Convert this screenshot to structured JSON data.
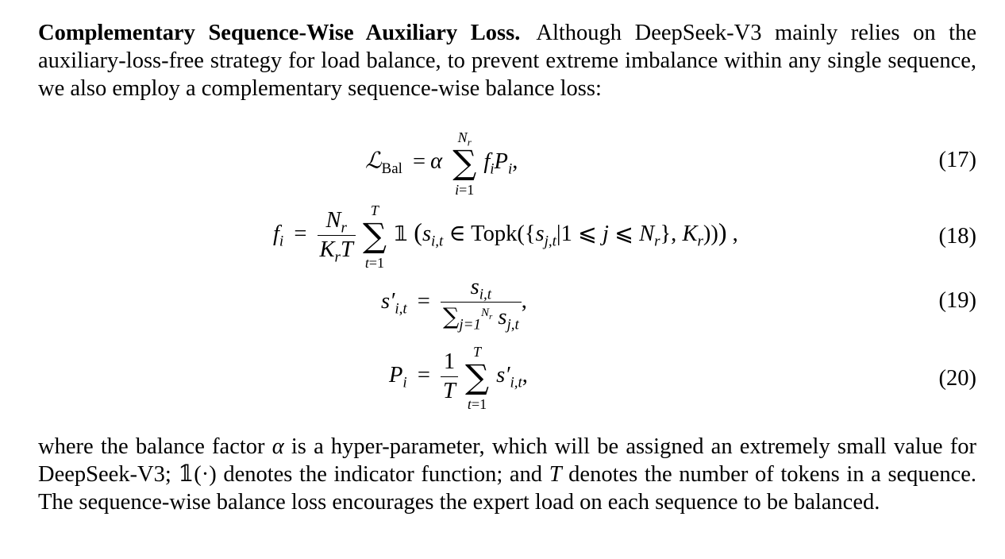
{
  "intro": {
    "title": "Complementary Sequence-Wise Auxiliary Loss.",
    "text": "Although DeepSeek-V3 mainly relies on the auxiliary-loss-free strategy for load balance, to prevent extreme imbalance within any single sequence, we also employ a complementary sequence-wise balance loss:"
  },
  "equations": [
    {
      "number": "(17)"
    },
    {
      "number": "(18)"
    },
    {
      "number": "(19)"
    },
    {
      "number": "(20)"
    }
  ],
  "closing": {
    "part1": "where the balance factor ",
    "alpha": "α",
    "part2": " is a hyper-parameter, which will be assigned an extremely small value for DeepSeek-V3; ",
    "indicator": "𝟙(·)",
    "part3": " denotes the indicator function; and ",
    "T": "T",
    "part4": " denotes the number of tokens in a sequence. The sequence-wise balance loss encourages the expert load on each sequence to be balanced."
  }
}
